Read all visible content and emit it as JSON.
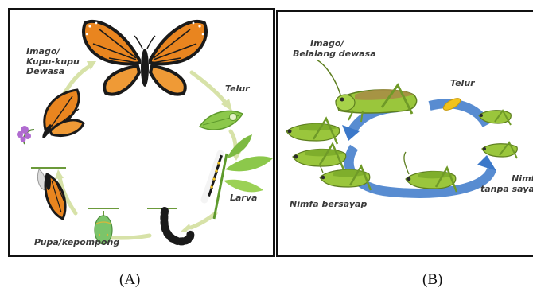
{
  "figure": {
    "panel_a": {
      "stages": {
        "imago": [
          "Imago/",
          "Kupu-kupu",
          "Dewasa"
        ],
        "telur": "Telur",
        "larva": "Larva",
        "pupa": "Pupa/kepompong"
      },
      "caption": "(A)"
    },
    "panel_b": {
      "stages": {
        "imago": [
          "Imago/",
          "Belalang dewasa"
        ],
        "telur": "Telur",
        "nimfa_tanpa_sayap": [
          "Nimfa",
          "tanpa sayap"
        ],
        "nimfa_bersayap": "Nimfa bersayap"
      },
      "caption": "(B)"
    }
  },
  "colors": {
    "cycle_arrow_a": "#d7e2a8",
    "cycle_arrow_b": "#3b78c9",
    "butterfly_orange": "#e9851f",
    "grasshopper_green": "#9ac63c",
    "egg_yellow": "#f2c21b"
  }
}
